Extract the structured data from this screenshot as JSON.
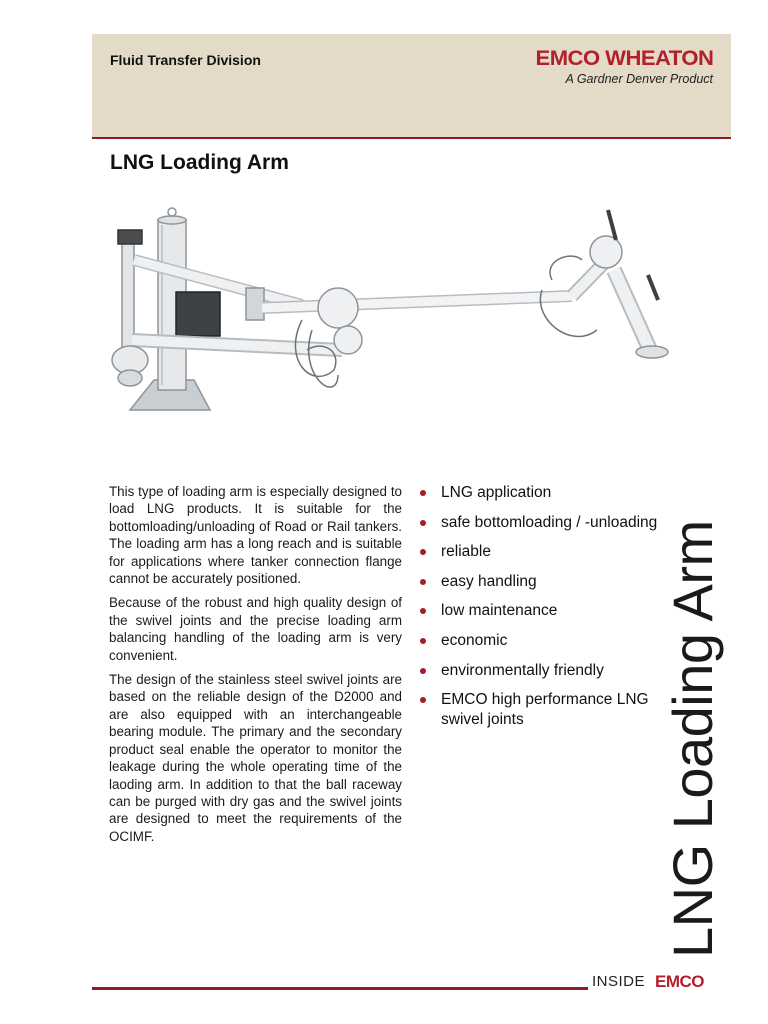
{
  "header": {
    "division": "Fluid Transfer Division",
    "brand": "EMCO WHEATON",
    "tagline": "A Gardner Denver Product",
    "colors": {
      "background": "#e3dac7",
      "accent": "#8e1b2b",
      "brand": "#b41f2c"
    }
  },
  "title": "LNG Loading Arm",
  "body": {
    "paragraphs": [
      "This type of loading arm is especially designed to load LNG products. It is suitable for the bottomloading/unloading of Road or Rail tankers. The loading arm has a long reach and is suitable for applications where tanker connection flange cannot be accurately positioned.",
      "Because of the robust and high quality design of the swivel joints and the precise loading arm balancing handling of the loading arm is very convenient.",
      "The design of the stainless steel swivel joints are based on the reliable design of the D2000 and are also equipped with an interchangeable bearing module. The primary and the secondary product seal enable the operator to monitor the leakage during the whole operating time of the laoding arm. In addition to that the ball raceway can be purged with dry gas and the swivel joints are designed to meet the requirements of the OCIMF."
    ]
  },
  "features": [
    "LNG application",
    "safe bottomloading / -unloading",
    "reliable",
    "easy handling",
    "low maintenance",
    "economic",
    "environmentally friendly",
    "EMCO high performance LNG swivel joints"
  ],
  "side_title": "LNG Loading Arm",
  "footer": {
    "inside": "INSIDE",
    "brand": "EMCO"
  }
}
